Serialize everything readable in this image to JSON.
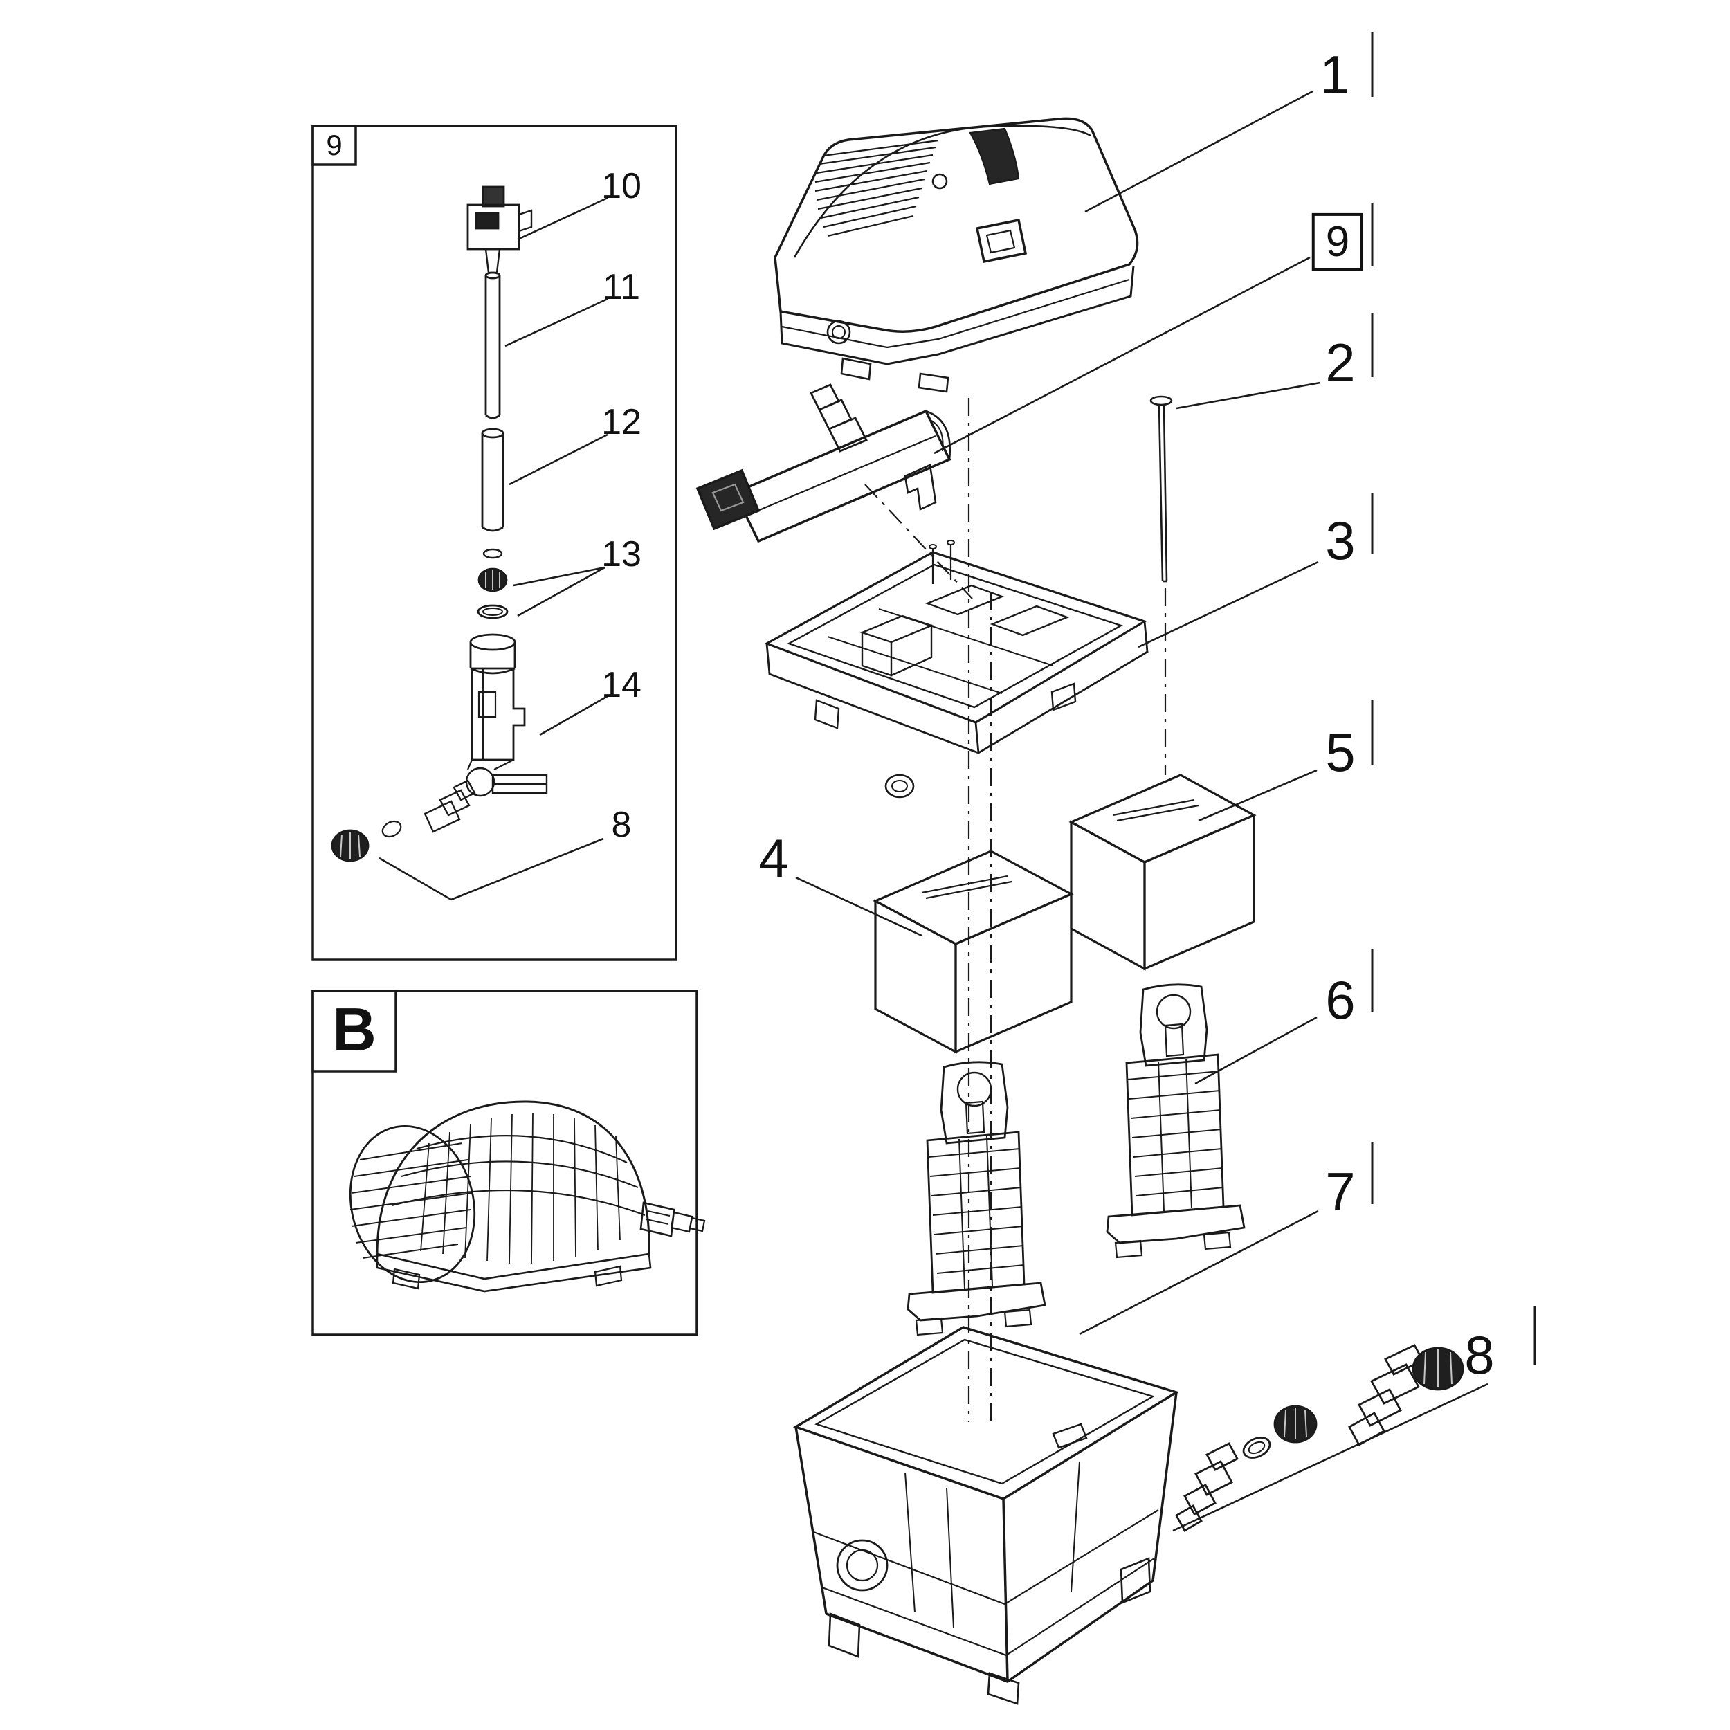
{
  "figure": {
    "background": "#ffffff",
    "ink": "#1a1a1a"
  },
  "callouts": {
    "c1": {
      "label": "1"
    },
    "c2": {
      "label": "2"
    },
    "c3": {
      "label": "3"
    },
    "c4": {
      "label": "4"
    },
    "c5": {
      "label": "5"
    },
    "c6": {
      "label": "6"
    },
    "c7": {
      "label": "7"
    },
    "c8": {
      "label": "8"
    },
    "c9": {
      "label": "9"
    }
  },
  "inset_uvc": {
    "tag": "9",
    "callouts": {
      "c10": {
        "label": "10"
      },
      "c11": {
        "label": "11"
      },
      "c12": {
        "label": "12"
      },
      "c13": {
        "label": "13"
      },
      "c14": {
        "label": "14"
      },
      "c8": {
        "label": "8"
      }
    }
  },
  "inset_pump": {
    "tag": "B"
  }
}
